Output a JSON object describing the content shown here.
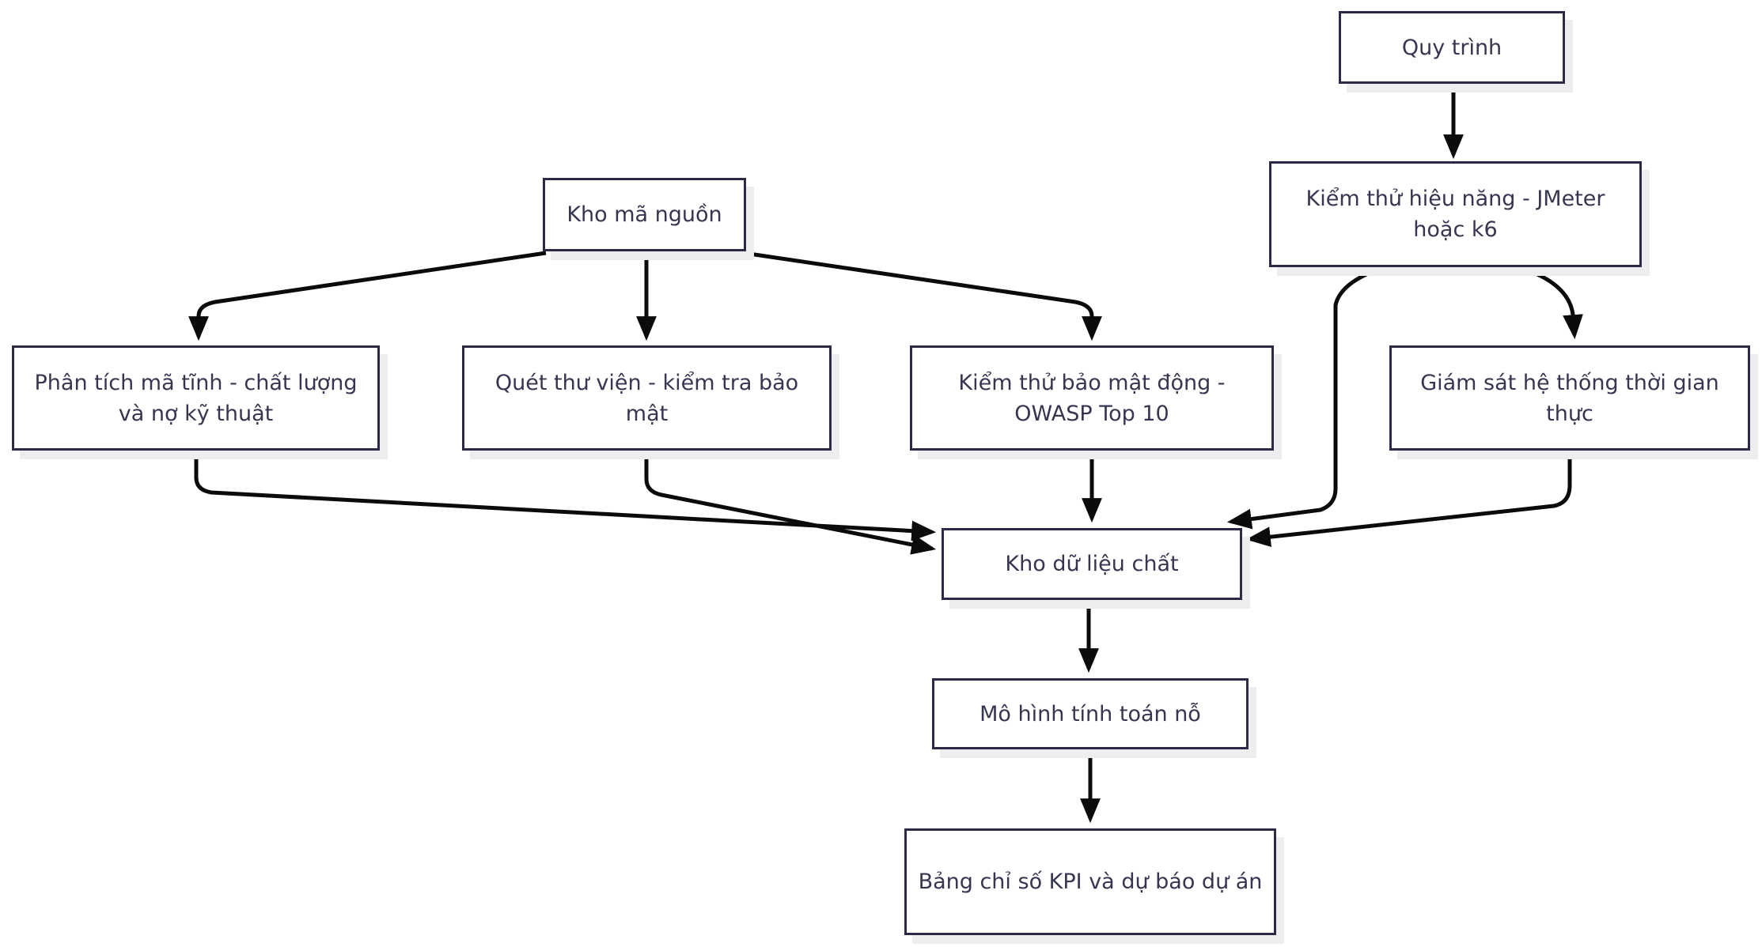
{
  "diagram": {
    "title": "Quality pipeline flowchart",
    "colors": {
      "background": "#ffffff",
      "node_fill": "#ffffff",
      "node_border": "#2b2b45",
      "node_text": "#363650",
      "arrow": "#0b0b0d",
      "shadow": "#ededf0"
    },
    "nodes": {
      "quy_trinh": {
        "label": "Quy trình"
      },
      "jmeter": {
        "label": "Kiểm thử hiệu năng - JMeter hoặc k6"
      },
      "kho_ma_nguon": {
        "label": "Kho mã nguồn"
      },
      "phan_tich": {
        "label": "Phân tích mã tĩnh - chất lượng và nợ kỹ thuật"
      },
      "quet": {
        "label": "Quét thư viện - kiểm tra bảo mật"
      },
      "owasp": {
        "label": "Kiểm thử bảo mật động - OWASP Top 10"
      },
      "giam_sat": {
        "label": "Giám sát hệ thống thời gian thực"
      },
      "kho_du_lieu": {
        "label": "Kho dữ liệu chất"
      },
      "mo_hinh": {
        "label": "Mô hình tính toán nỗ"
      },
      "bang_kpi": {
        "label": "Bảng chỉ số KPI và dự báo dự án"
      }
    },
    "edges": [
      {
        "from": "quy_trinh",
        "to": "jmeter"
      },
      {
        "from": "kho_ma_nguon",
        "to": "phan_tich"
      },
      {
        "from": "kho_ma_nguon",
        "to": "quet"
      },
      {
        "from": "kho_ma_nguon",
        "to": "owasp"
      },
      {
        "from": "jmeter",
        "to": "kho_du_lieu"
      },
      {
        "from": "jmeter",
        "to": "giam_sat"
      },
      {
        "from": "owasp",
        "to": "kho_du_lieu"
      },
      {
        "from": "phan_tich",
        "to": "kho_du_lieu"
      },
      {
        "from": "quet",
        "to": "kho_du_lieu"
      },
      {
        "from": "giam_sat",
        "to": "kho_du_lieu"
      },
      {
        "from": "kho_du_lieu",
        "to": "mo_hinh"
      },
      {
        "from": "mo_hinh",
        "to": "bang_kpi"
      }
    ]
  }
}
